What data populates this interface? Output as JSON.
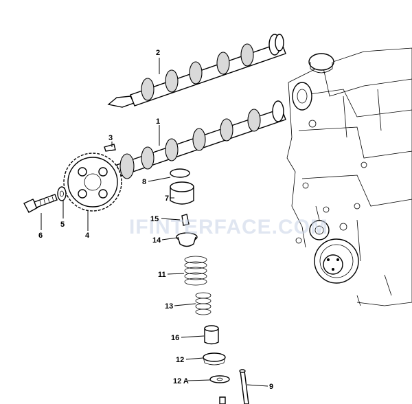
{
  "diagram": {
    "watermark": "IFINTERFACE.COM",
    "callouts": [
      {
        "id": "1",
        "label": "1"
      },
      {
        "id": "2",
        "label": "2"
      },
      {
        "id": "3",
        "label": "3"
      },
      {
        "id": "4",
        "label": "4"
      },
      {
        "id": "5",
        "label": "5"
      },
      {
        "id": "6",
        "label": "6"
      },
      {
        "id": "7",
        "label": "7"
      },
      {
        "id": "8",
        "label": "8"
      },
      {
        "id": "9",
        "label": "9"
      },
      {
        "id": "11",
        "label": "11"
      },
      {
        "id": "12",
        "label": "12"
      },
      {
        "id": "12A",
        "label": "12 A"
      },
      {
        "id": "13",
        "label": "13"
      },
      {
        "id": "14",
        "label": "14"
      },
      {
        "id": "15",
        "label": "15"
      },
      {
        "id": "16",
        "label": "16"
      }
    ]
  }
}
